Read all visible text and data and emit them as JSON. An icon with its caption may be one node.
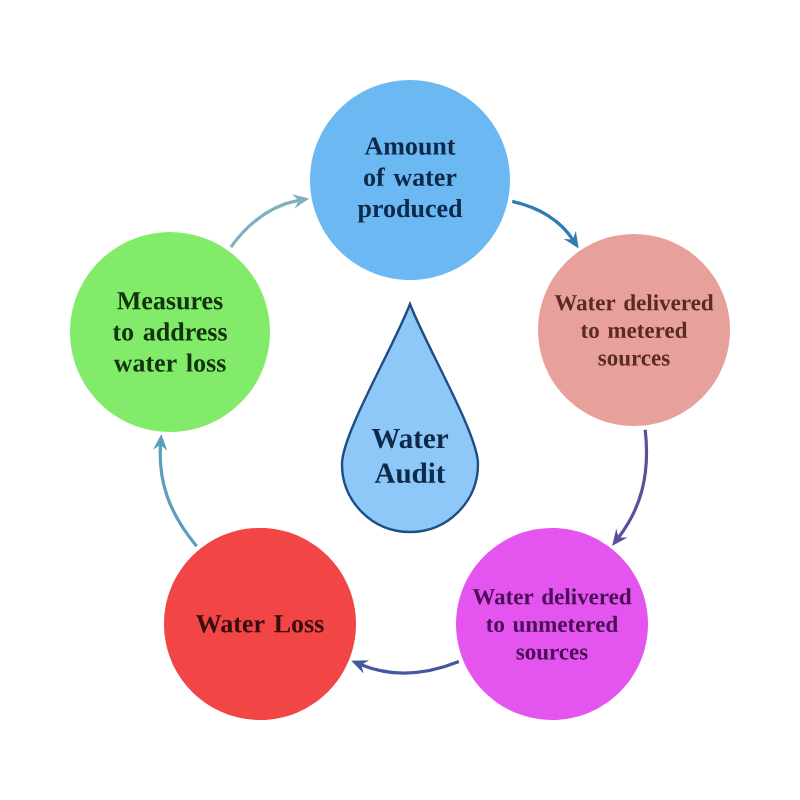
{
  "diagram": {
    "nodes": [
      {
        "text": [
          "Amount of water produced"
        ]
      },
      {
        "text": [
          "Water delivered to metered sources"
        ]
      },
      {
        "text": [
          "Water delivered to unmetered sources"
        ]
      },
      {
        "text": [
          "Water Loss"
        ]
      },
      {
        "text": [
          "Measures to address water loss"
        ]
      },
      {
        "text": [
          "Water Audit"
        ]
      }
    ],
    "edges": [
      {
        "from": 0,
        "to": 1,
        "arrow": "to",
        "color": "#2f7db5"
      },
      {
        "from": 1,
        "to": 2,
        "arrow": "to",
        "color": "#5a509e"
      },
      {
        "from": 2,
        "to": 3,
        "arrow": "to",
        "color": "#44589f"
      },
      {
        "from": 3,
        "to": 4,
        "arrow": "to",
        "color": "#5b9fbd"
      },
      {
        "from": 4,
        "to": 0,
        "arrow": "to",
        "color": "#7fb0bf"
      }
    ]
  }
}
